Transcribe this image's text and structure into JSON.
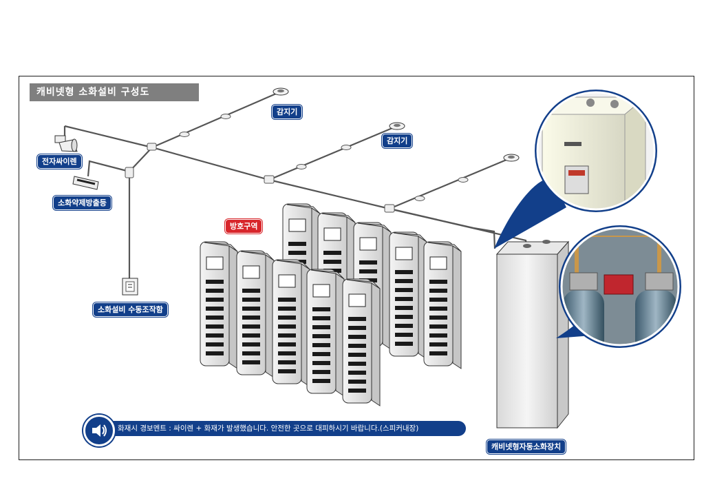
{
  "title": "캐비넷형 소화설비 구성도",
  "labels": {
    "detector_1": "감지기",
    "detector_2": "감지기",
    "siren": "전자싸이렌",
    "discharge_lamp": "소화약제방출등",
    "manual_box": "소화설비 수동조작함",
    "protected_zone": "방호구역",
    "cabinet_unit": "캐비넷형자동소화장치"
  },
  "alarm": {
    "text": "화재시 경보멘트 : 싸이렌 + 화재가 발생했습니다. 안전한 곳으로 대피하시기 바랍니다.(스피커내장)",
    "icon": "speaker-icon"
  },
  "colors": {
    "label_blue": "#123f8a",
    "label_red": "#d8262b",
    "title_gray": "#7f7f7f",
    "callout_blue": "#123f8a"
  }
}
